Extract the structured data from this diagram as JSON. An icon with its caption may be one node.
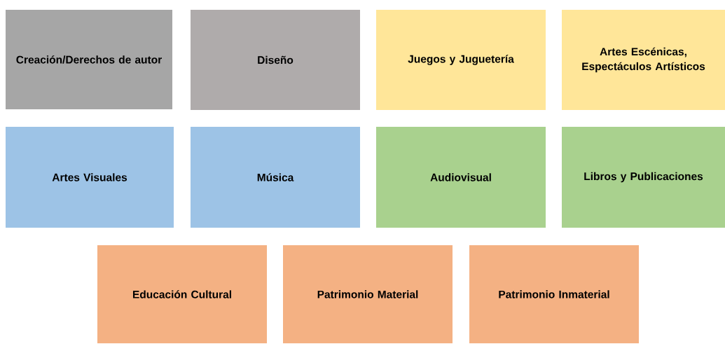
{
  "diagram": {
    "nodes": [
      {
        "text": [
          "Creación/Derechos de autor"
        ]
      },
      {
        "text": [
          "Diseño"
        ]
      },
      {
        "text": [
          "Juegos y Juguetería"
        ]
      },
      {
        "text": [
          "Artes Escénicas, Espectáculos Artísticos"
        ]
      },
      {
        "text": [
          "Artes Visuales"
        ]
      },
      {
        "text": [
          "Música"
        ]
      },
      {
        "text": [
          "Audiovisual"
        ]
      },
      {
        "text": [
          "Libros y Publicaciones"
        ]
      },
      {
        "text": [
          "Educación Cultural"
        ]
      },
      {
        "text": [
          "Patrimonio Material"
        ]
      },
      {
        "text": [
          "Patrimonio Inmaterial"
        ]
      }
    ]
  }
}
